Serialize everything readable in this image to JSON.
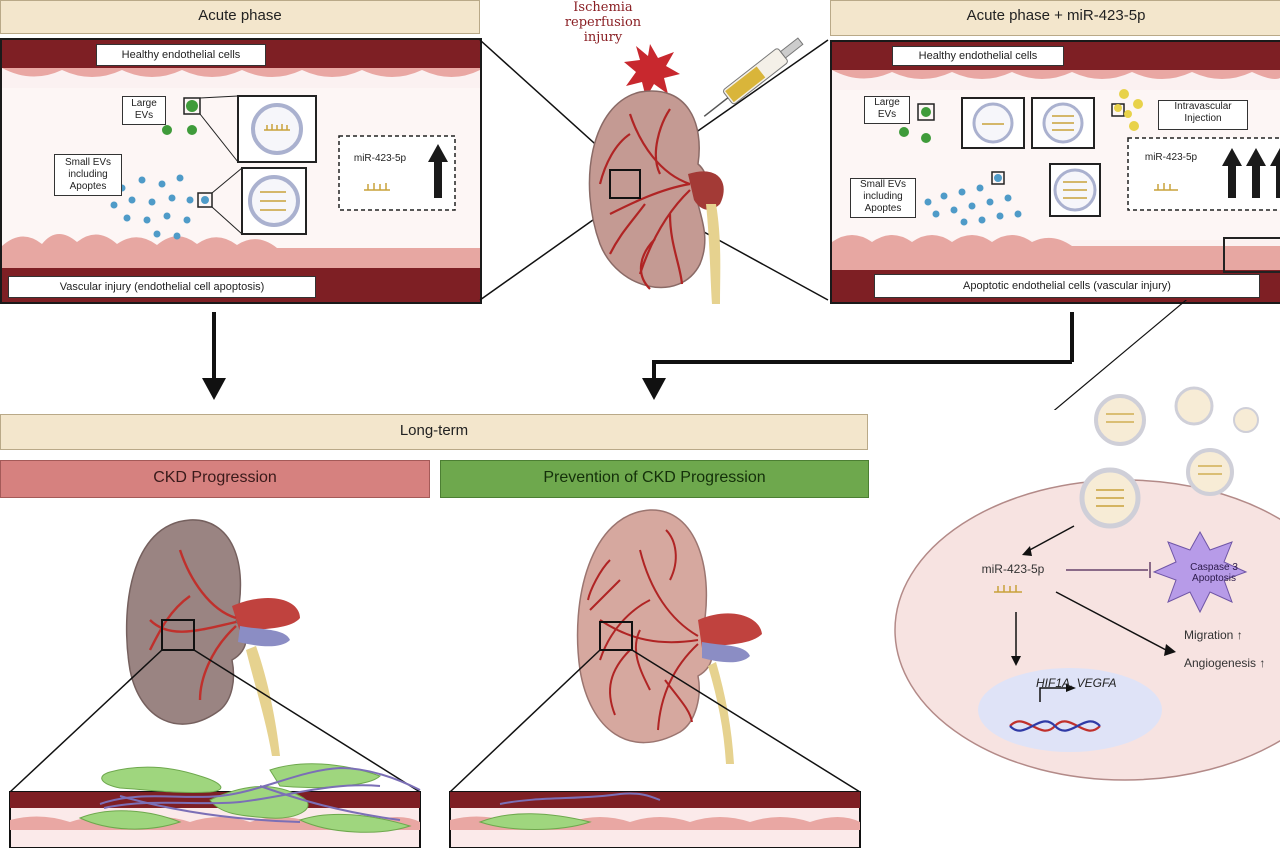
{
  "top_left": {
    "title": "Acute phase",
    "top_label": "Healthy endothelial cells",
    "large_evs_label": "Large EVs",
    "small_evs_label": "Small EVs including Apoptes",
    "mir_label": "miR-423-5p",
    "bottom_label": "Vascular injury (endothelial cell apoptosis)"
  },
  "center": {
    "injury_label": "Ischemia reperfusion injury"
  },
  "top_right": {
    "title": "Acute phase + miR-423-5p",
    "top_label": "Healthy endothelial cells",
    "large_evs_label": "Large EVs",
    "injection_label": "Intravascular Injection",
    "small_evs_label": "Small EVs including Apoptes",
    "mir_label": "miR-423-5p",
    "bottom_label": "Apoptotic endothelial cells (vascular injury)"
  },
  "long_term": {
    "title": "Long-term",
    "ckd_label": "CKD Progression",
    "prevention_label": "Prevention of CKD Progression"
  },
  "cell_detail": {
    "mir_label": "miR-423-5p",
    "apoptosis_label": "Caspase 3 Apoptosis",
    "migration_label": "Migration ↑",
    "angiogenesis_label": "Angiogenesis ↑",
    "genes_label": "HIF1A, VEGFA"
  },
  "colors": {
    "vessel_dark": "#7e1f24",
    "vessel_light": "#e9a7a3",
    "ev_green": "#3f9b3a",
    "ev_blue": "#4f9bc8",
    "ev_yellow": "#e8d24a",
    "kidney": "#a78a86",
    "vessel_red": "#b02424",
    "burst_red": "#c8282e",
    "apoptosis_purple": "#b79be8"
  }
}
